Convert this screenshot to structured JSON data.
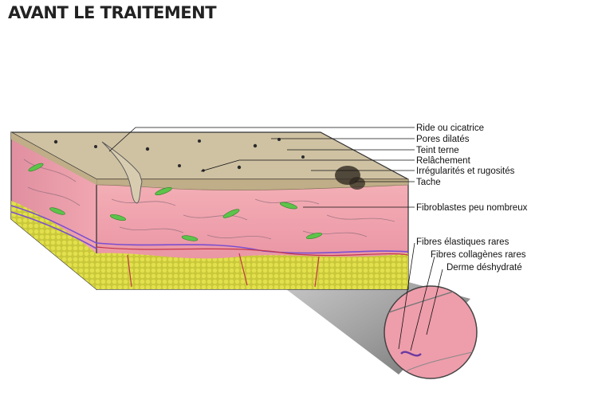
{
  "title": "AVANT LE TRAITEMENT",
  "labels": {
    "ride": "Ride ou cicatrice",
    "pores": "Pores dilatés",
    "teint": "Teint terne",
    "relachement": "Relâchement",
    "irregularites": "Irrégularités et rugosités",
    "tache": "Tache",
    "fibroblastes": "Fibroblastes peu nombreux"
  },
  "zoom_labels": {
    "elastiques": "Fibres élastiques rares",
    "collagenes": "Fibres collagènes rares",
    "derme": "Derme déshydraté"
  },
  "colors": {
    "epidermis_top": "#cdbf9f",
    "dermis": "#eda0ac",
    "fat": "#d4d23f",
    "fibroblast": "#5cc44a",
    "elastic_fiber": "#6b3aa0",
    "blood_vessel": "#8a4fc0"
  }
}
